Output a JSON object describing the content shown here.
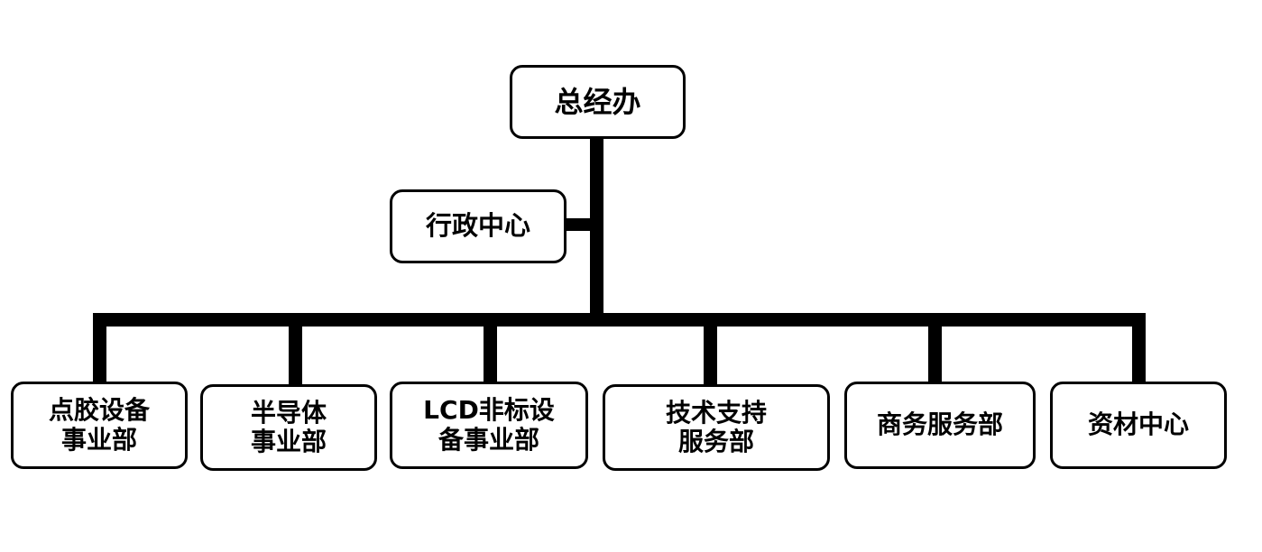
{
  "root": {
    "label": "总经办"
  },
  "side": {
    "label": "行政中心"
  },
  "departments": [
    {
      "line1": "点胶设备",
      "line2": "事业部"
    },
    {
      "line1": "半导体",
      "line2": "事业部"
    },
    {
      "line1": "LCD非标设",
      "line2": "备事业部"
    },
    {
      "line1": "技术支持",
      "line2": "服务部"
    },
    {
      "line1": "商务服务部"
    },
    {
      "line1": "资材中心"
    }
  ]
}
